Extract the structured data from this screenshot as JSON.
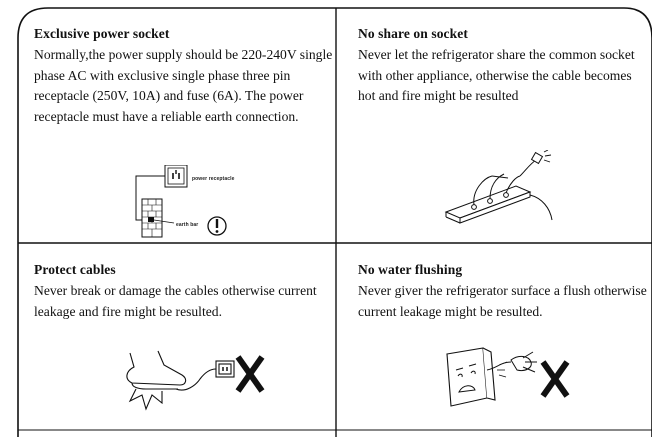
{
  "sections": [
    {
      "title": "Exclusive power socket",
      "body": "Normally,the power supply should be 220-240V   single phase AC with exclusive single phase three pin receptacle (250V, 10A) and fuse (6A). The power receptacle must have a reliable earth connection.",
      "labels": {
        "receptacle": "power receptacle",
        "earth": "earth bar"
      },
      "icons": [
        "wall-outlet-icon",
        "brick-wall-icon",
        "warning-exclamation-icon"
      ]
    },
    {
      "title": "No share on socket",
      "body": "Never let the refrigerator share the common socket with other appliance, otherwise the cable becomes hot and fire might be resulted",
      "icons": [
        "power-strip-sparks-icon"
      ]
    },
    {
      "title": "Protect cables",
      "body": "Never break or damage the cables otherwise current leakage and fire might be resulted.",
      "icons": [
        "foot-stepping-cable-icon",
        "prohibited-x-icon"
      ]
    },
    {
      "title": "No water flushing",
      "body": "Never giver the refrigerator surface a flush otherwise current leakage might be resulted.",
      "icons": [
        "fridge-sprayed-water-icon",
        "prohibited-x-icon"
      ]
    }
  ]
}
